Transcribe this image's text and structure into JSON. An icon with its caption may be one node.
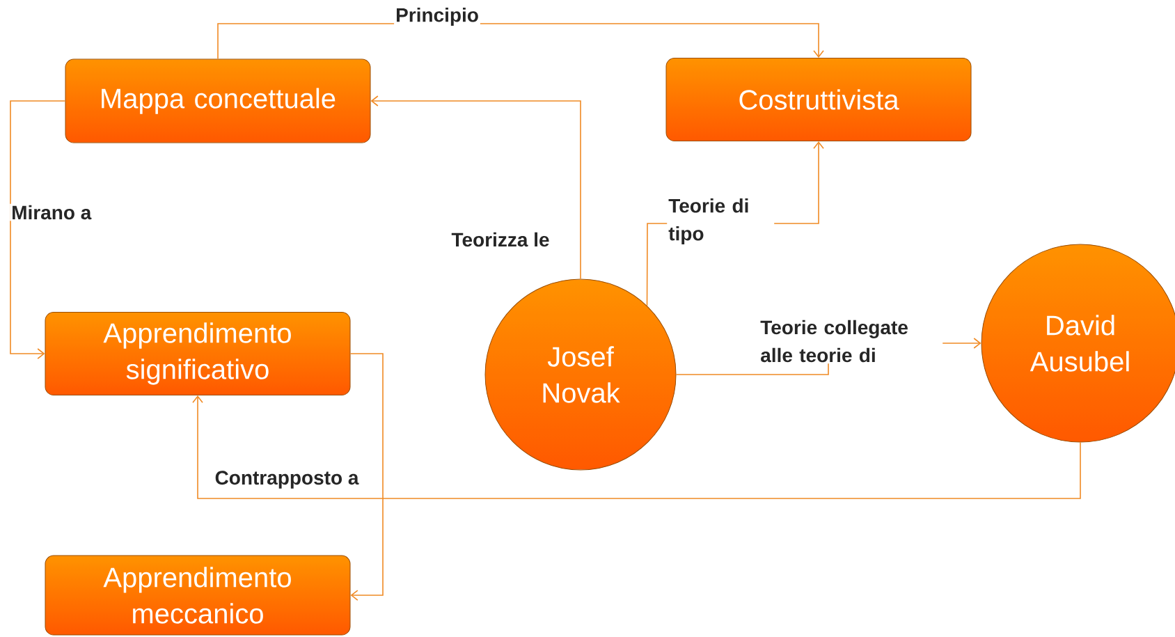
{
  "diagram": {
    "nodes": [
      {
        "text": [
          "Mappa concettuale"
        ]
      },
      {
        "text": [
          "Costruttivista"
        ]
      },
      {
        "text": [
          "Apprendimento significativo"
        ]
      },
      {
        "text": [
          "Josef Novak"
        ]
      },
      {
        "text": [
          "David Ausubel"
        ]
      },
      {
        "text": [
          "Apprendimento meccanico"
        ]
      }
    ],
    "edges": [
      {
        "from": 0,
        "to": 1,
        "arrow": "to",
        "label": "Principio"
      },
      {
        "from": 3,
        "to": 0,
        "arrow": "to",
        "label": "Teorizza le"
      },
      {
        "from": 3,
        "to": 1,
        "arrow": "to",
        "label": "Teorie di tipo"
      },
      {
        "from": 0,
        "to": 2,
        "arrow": "to",
        "label": "Mirano a"
      },
      {
        "from": 3,
        "to": 4,
        "arrow": "to",
        "label": "Teorie collegate alle teorie di"
      },
      {
        "from": 4,
        "to": 2,
        "arrow": "to"
      },
      {
        "from": 2,
        "to": 5,
        "arrow": "to",
        "label": "Contrapposto a"
      }
    ]
  }
}
